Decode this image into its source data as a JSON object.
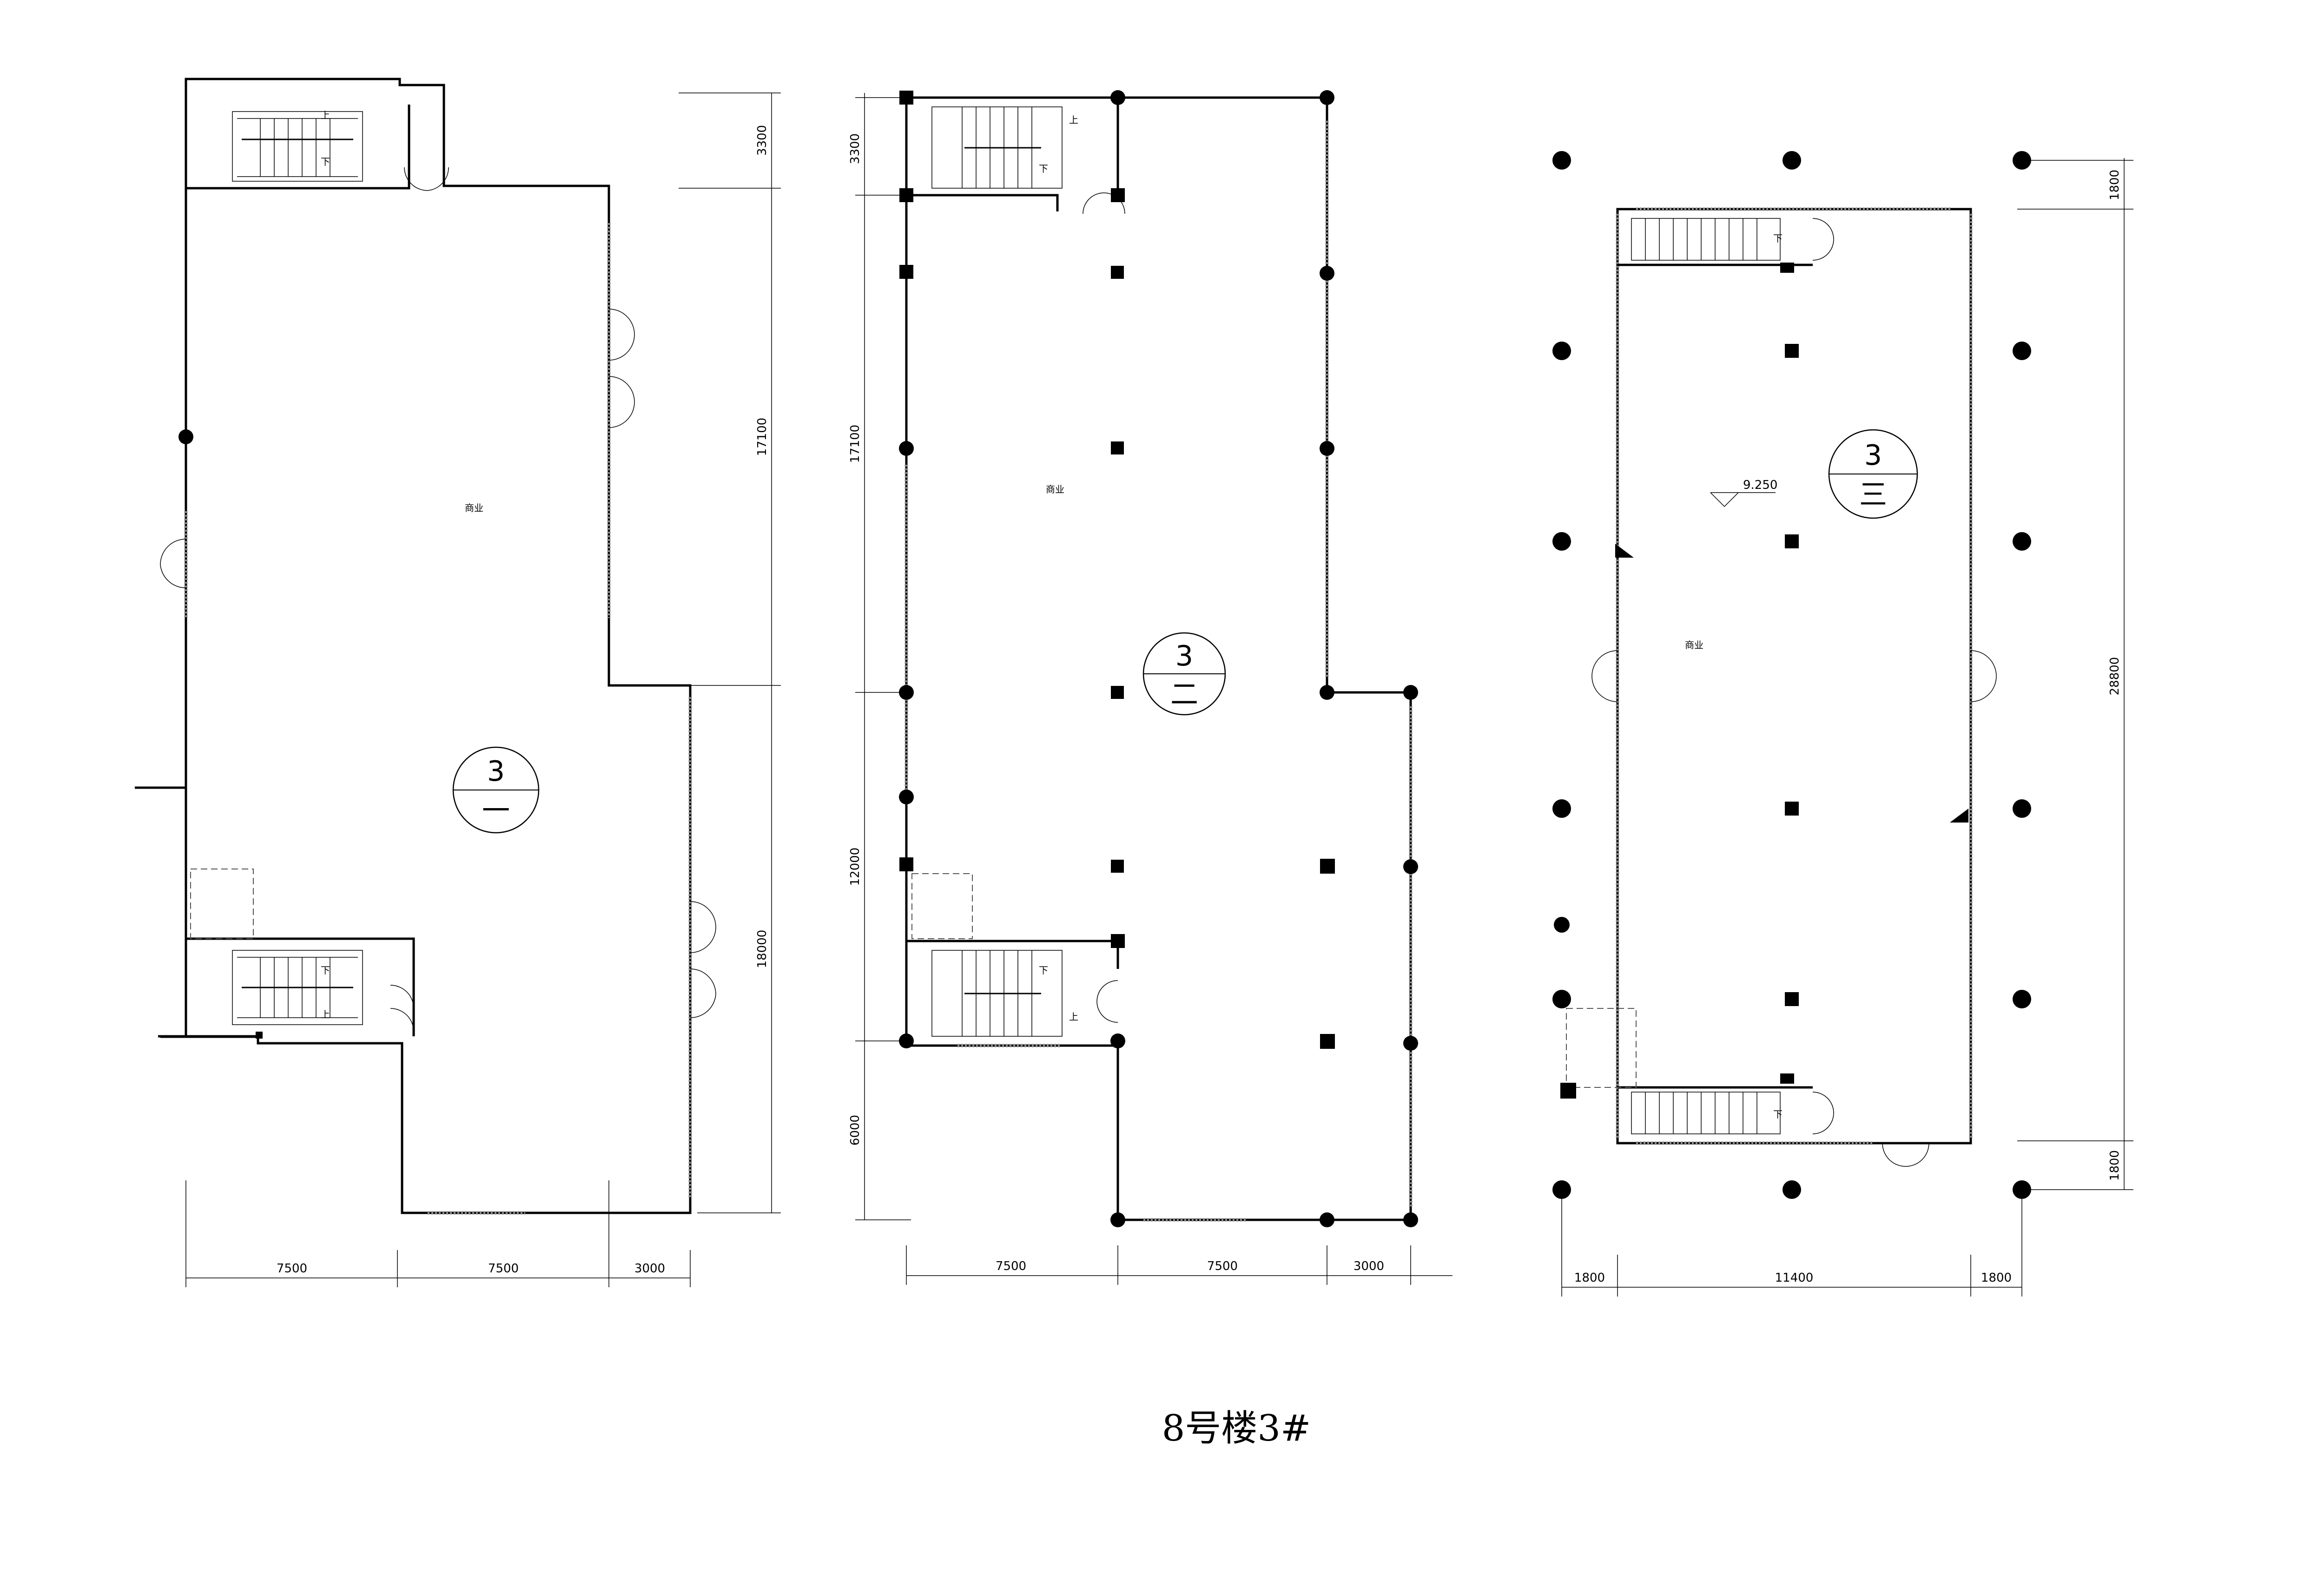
{
  "title": "8号楼3#",
  "plans": [
    {
      "id": "plan-1",
      "room_label": "商业",
      "floor_tag": {
        "number": "3",
        "floor": "一"
      },
      "stairs": [
        "上",
        "下"
      ],
      "dims_horizontal": [
        "7500",
        "7500",
        "3000"
      ],
      "dims_vertical": [
        "3300",
        "17100",
        "18000"
      ]
    },
    {
      "id": "plan-2",
      "room_label": "商业",
      "floor_tag": {
        "number": "3",
        "floor": "二"
      },
      "stairs": [
        "上",
        "下"
      ],
      "dims_horizontal": [
        "7500",
        "7500",
        "3000"
      ],
      "dims_vertical": [
        "3300",
        "17100",
        "12000",
        "6000"
      ]
    },
    {
      "id": "plan-3",
      "room_label": "商业",
      "floor_tag": {
        "number": "3",
        "floor": "三"
      },
      "level": "9.250",
      "stairs": [
        "下"
      ],
      "dims_horizontal": [
        "1800",
        "11400",
        "1800"
      ],
      "dims_vertical": [
        "1800",
        "28800",
        "1800"
      ]
    }
  ]
}
